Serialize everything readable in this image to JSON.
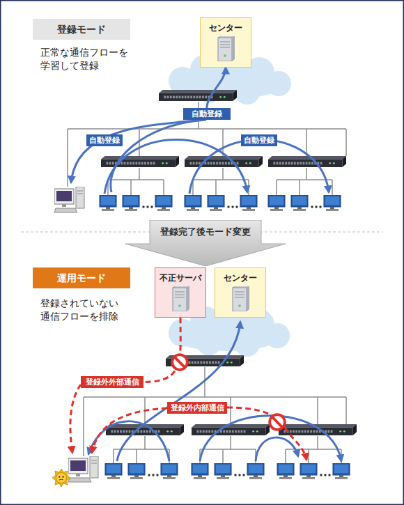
{
  "diagram": {
    "nodes": [
      {
        "text": [
          "登録モード"
        ]
      },
      {
        "text": [
          "センター"
        ]
      },
      {
        "text": [
          "自動登録"
        ]
      },
      {
        "text": [
          "自動登録"
        ]
      },
      {
        "text": [
          "自動登録"
        ]
      },
      {
        "text": [
          "登録完了後モード変更"
        ]
      },
      {
        "text": [
          "運用モード"
        ]
      },
      {
        "text": [
          "不正サーバ"
        ]
      },
      {
        "text": [
          "センター"
        ]
      },
      {
        "text": [
          "登録外外部通信"
        ]
      },
      {
        "text": [
          "登録外内部通信"
        ]
      }
    ],
    "edges": [
      {
        "from": 2,
        "to": 1,
        "arrow": "to"
      },
      {
        "from": 7,
        "to": 9,
        "arrow": "none"
      }
    ],
    "labels": [
      "正常な通信フローを 学習して登録",
      "登録されていない 通信フローを排除"
    ]
  }
}
